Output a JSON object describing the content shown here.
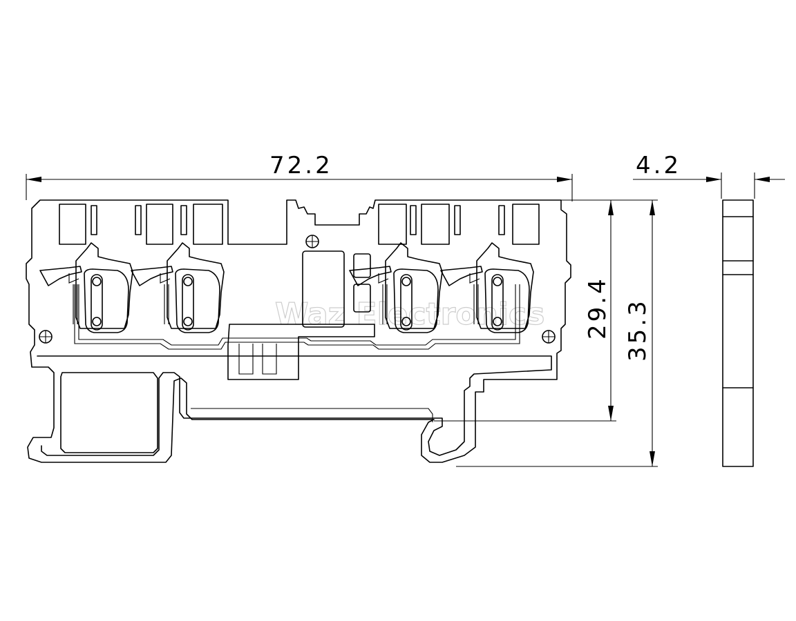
{
  "dimensions": {
    "overall_width": "72.2",
    "side_thickness": "4.2",
    "height_to_rail": "29.4",
    "overall_height": "35.3"
  },
  "watermark": "Waz Electronics"
}
